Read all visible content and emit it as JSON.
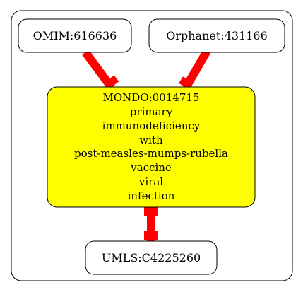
{
  "diagram": {
    "colors": {
      "background": "#ffffff",
      "cluster_border": "#000000",
      "node_fill": "#ffffff",
      "center_fill": "#ffff00",
      "edge": "#ff0000",
      "text": "#000000"
    },
    "nodes": {
      "omim": {
        "label": "OMIM:616636"
      },
      "orphanet": {
        "label": "Orphanet:431166"
      },
      "center": {
        "lines": [
          "MONDO:0014715",
          "primary",
          "immunodeficiency",
          "with",
          "post-measles-mumps-rubella",
          "vaccine",
          "viral",
          "infection"
        ]
      },
      "umls": {
        "label": "UMLS:C4225260"
      }
    }
  }
}
